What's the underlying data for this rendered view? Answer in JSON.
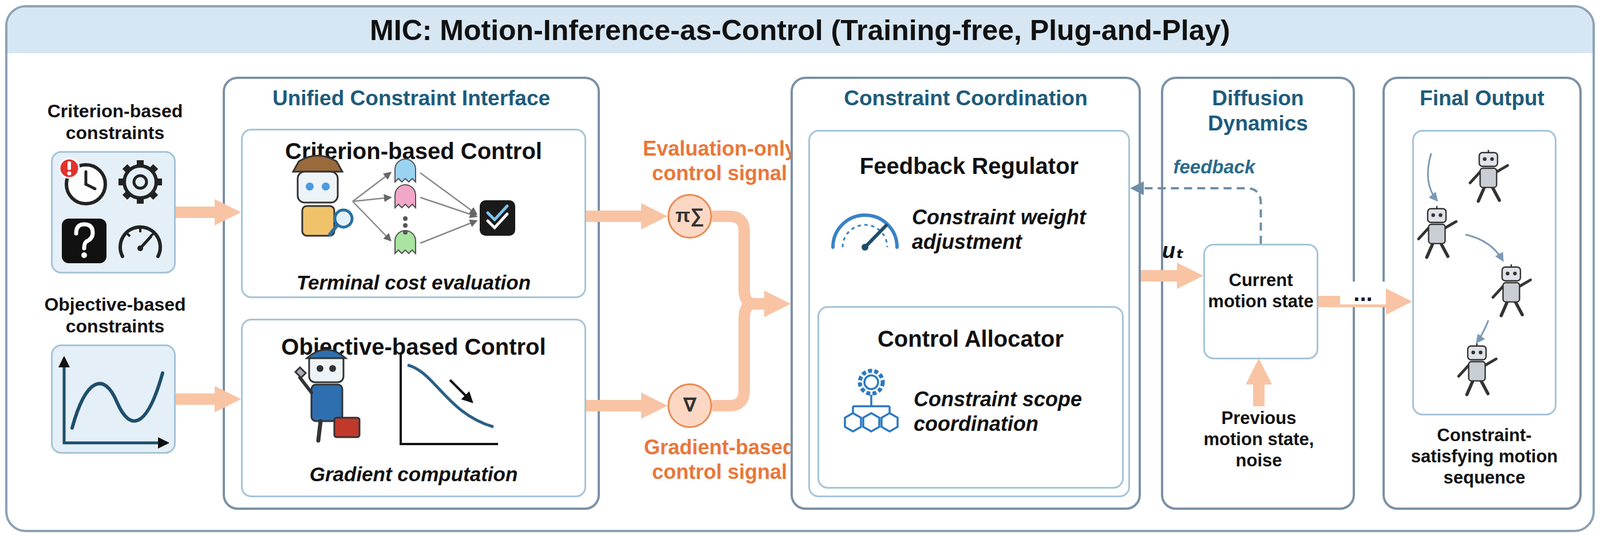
{
  "diagram": {
    "title": "MIC: Motion-Inference-as-Control (Training-free, Plug-and-Play)",
    "nodes": [
      {
        "text": [
          "Criterion-based constraints"
        ]
      },
      {
        "text": [
          "Objective-based constraints"
        ]
      },
      {
        "text": [
          "Unified Constraint Interface"
        ]
      },
      {
        "text": [
          "Criterion-based Control",
          "Terminal cost evaluation"
        ],
        "in": 2
      },
      {
        "text": [
          "Objective-based Control",
          "Gradient computation"
        ],
        "in": 2
      },
      {
        "text": [
          "Evaluation-only control signal",
          "π∑"
        ]
      },
      {
        "text": [
          "∇",
          "Gradient-based control signal"
        ]
      },
      {
        "text": [
          "Constraint Coordination"
        ]
      },
      {
        "text": [
          "Feedback Regulator",
          "Constraint weight adjustment"
        ],
        "in": 7
      },
      {
        "text": [
          "Control Allocator",
          "Constraint scope coordination"
        ],
        "in": 8
      },
      {
        "text": [
          "Diffusion Dynamics"
        ]
      },
      {
        "text": [
          "Current motion state"
        ],
        "in": 10
      },
      {
        "text": [
          "Final Output"
        ]
      },
      {
        "text": [
          "Constraint-satisfying motion sequence"
        ],
        "in": 12
      }
    ],
    "edges": [
      {
        "from": 0,
        "to": 3,
        "arrow": "to"
      },
      {
        "from": 1,
        "to": 4,
        "arrow": "to"
      },
      {
        "from": 3,
        "to": 5,
        "arrow": "to"
      },
      {
        "from": 4,
        "to": 6,
        "arrow": "to"
      },
      {
        "from": 5,
        "to": 7,
        "arrow": "to"
      },
      {
        "from": 6,
        "to": 7,
        "arrow": "to"
      },
      {
        "from": 7,
        "to": 11,
        "label": "uₜ",
        "arrow": "to"
      },
      {
        "from": 11,
        "to": 8,
        "label": "feedback",
        "arrow": "to"
      },
      {
        "from": 11,
        "to": 13,
        "label": "...",
        "arrow": "to"
      }
    ],
    "labels": [
      "Previous motion state, noise"
    ]
  }
}
